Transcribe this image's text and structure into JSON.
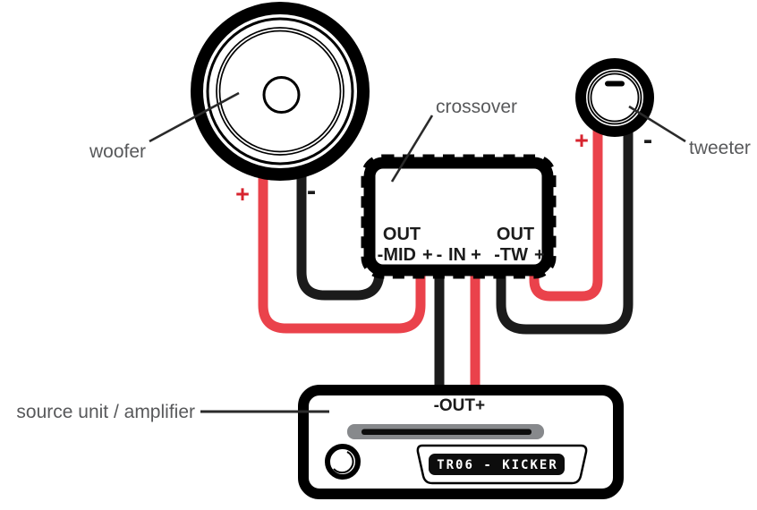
{
  "labels": {
    "woofer": "woofer",
    "crossover": "crossover",
    "tweeter": "tweeter",
    "source_unit": "source unit / amplifier"
  },
  "terminals": {
    "plus": "+",
    "minus": "-"
  },
  "crossover": {
    "out_label_left": "OUT",
    "mid_terminal": "-MID",
    "mid_plus": "+",
    "in_minus": "-",
    "in_label": "IN",
    "in_plus": "+",
    "out_label_right": "OUT",
    "tw_terminal": "-TW",
    "tw_plus": "+"
  },
  "amplifier": {
    "out_terminal": "-OUT",
    "out_plus": "+",
    "display_text": "TR06 - KICKER"
  },
  "colors": {
    "wire_red": "#ea424b",
    "plus_red": "#d7242f",
    "wire_black": "#1b1b1b",
    "label_gray": "#58595b",
    "slot_gray": "#87898c",
    "display_bg": "#0d0d0d",
    "display_fg": "#ffffff"
  }
}
